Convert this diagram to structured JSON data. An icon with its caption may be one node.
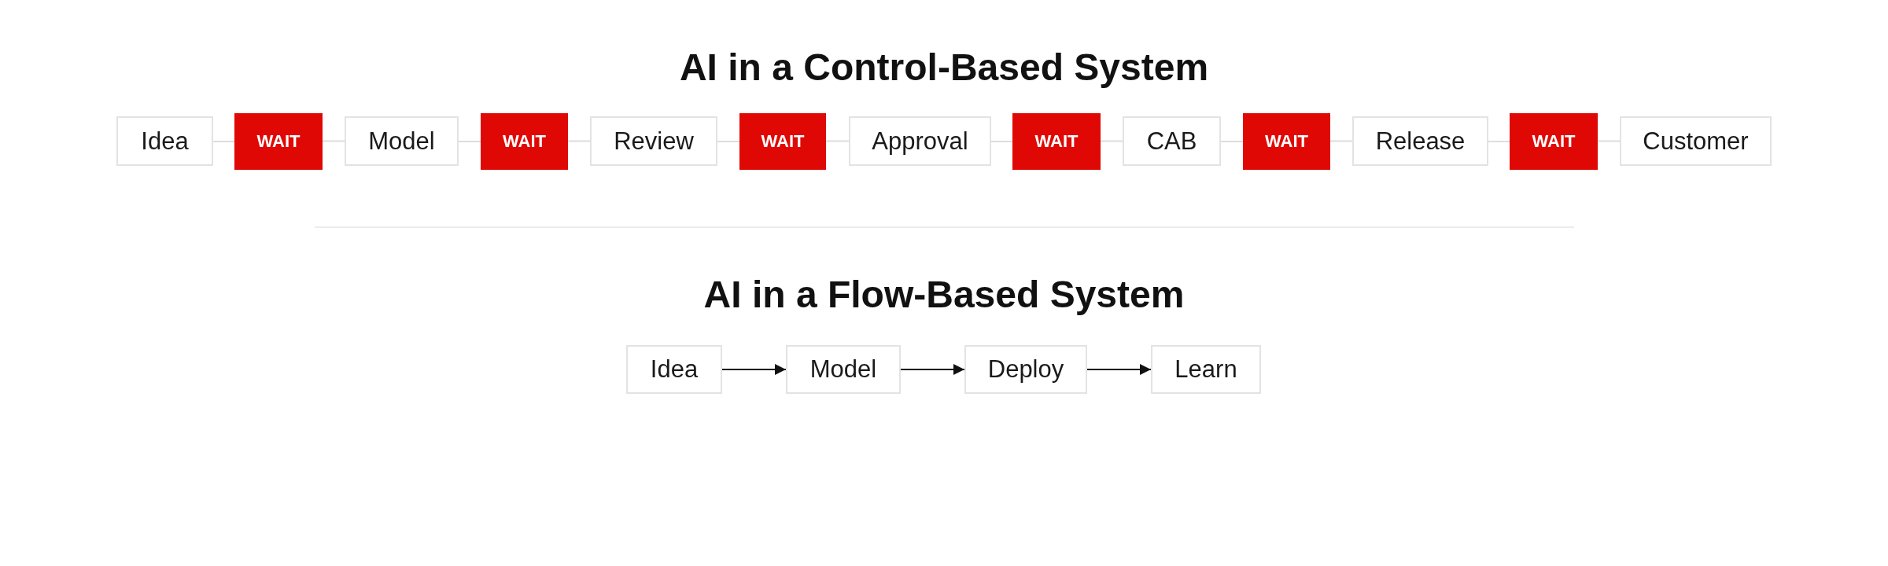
{
  "diagram": {
    "nodes": [
      {
        "text": [
          "Idea"
        ]
      },
      {
        "text": [
          "WAIT"
        ]
      },
      {
        "text": [
          "Model"
        ]
      },
      {
        "text": [
          "WAIT"
        ]
      },
      {
        "text": [
          "Review"
        ]
      },
      {
        "text": [
          "WAIT"
        ]
      },
      {
        "text": [
          "Approval"
        ]
      },
      {
        "text": [
          "WAIT"
        ]
      },
      {
        "text": [
          "CAB"
        ]
      },
      {
        "text": [
          "WAIT"
        ]
      },
      {
        "text": [
          "Release"
        ]
      },
      {
        "text": [
          "WAIT"
        ]
      },
      {
        "text": [
          "Customer"
        ]
      },
      {
        "text": [
          "Idea"
        ]
      },
      {
        "text": [
          "Model"
        ]
      },
      {
        "text": [
          "Deploy"
        ]
      },
      {
        "text": [
          "Learn"
        ]
      }
    ],
    "edges": [
      {
        "from": 0,
        "to": 1,
        "arrow": "none"
      },
      {
        "from": 1,
        "to": 2,
        "arrow": "none"
      },
      {
        "from": 2,
        "to": 3,
        "arrow": "none"
      },
      {
        "from": 3,
        "to": 4,
        "arrow": "none"
      },
      {
        "from": 4,
        "to": 5,
        "arrow": "none"
      },
      {
        "from": 5,
        "to": 6,
        "arrow": "none"
      },
      {
        "from": 6,
        "to": 7,
        "arrow": "none"
      },
      {
        "from": 7,
        "to": 8,
        "arrow": "none"
      },
      {
        "from": 8,
        "to": 9,
        "arrow": "none"
      },
      {
        "from": 9,
        "to": 10,
        "arrow": "none"
      },
      {
        "from": 10,
        "to": 11,
        "arrow": "none"
      },
      {
        "from": 11,
        "to": 12,
        "arrow": "none"
      },
      {
        "from": 13,
        "to": 14,
        "arrow": "to",
        "color": "#111111"
      },
      {
        "from": 14,
        "to": 15,
        "arrow": "to",
        "color": "#111111"
      },
      {
        "from": 15,
        "to": 16,
        "arrow": "to",
        "color": "#111111"
      }
    ],
    "labels": [
      "AI in a Control-Based System",
      "AI in a Flow-Based System"
    ]
  }
}
